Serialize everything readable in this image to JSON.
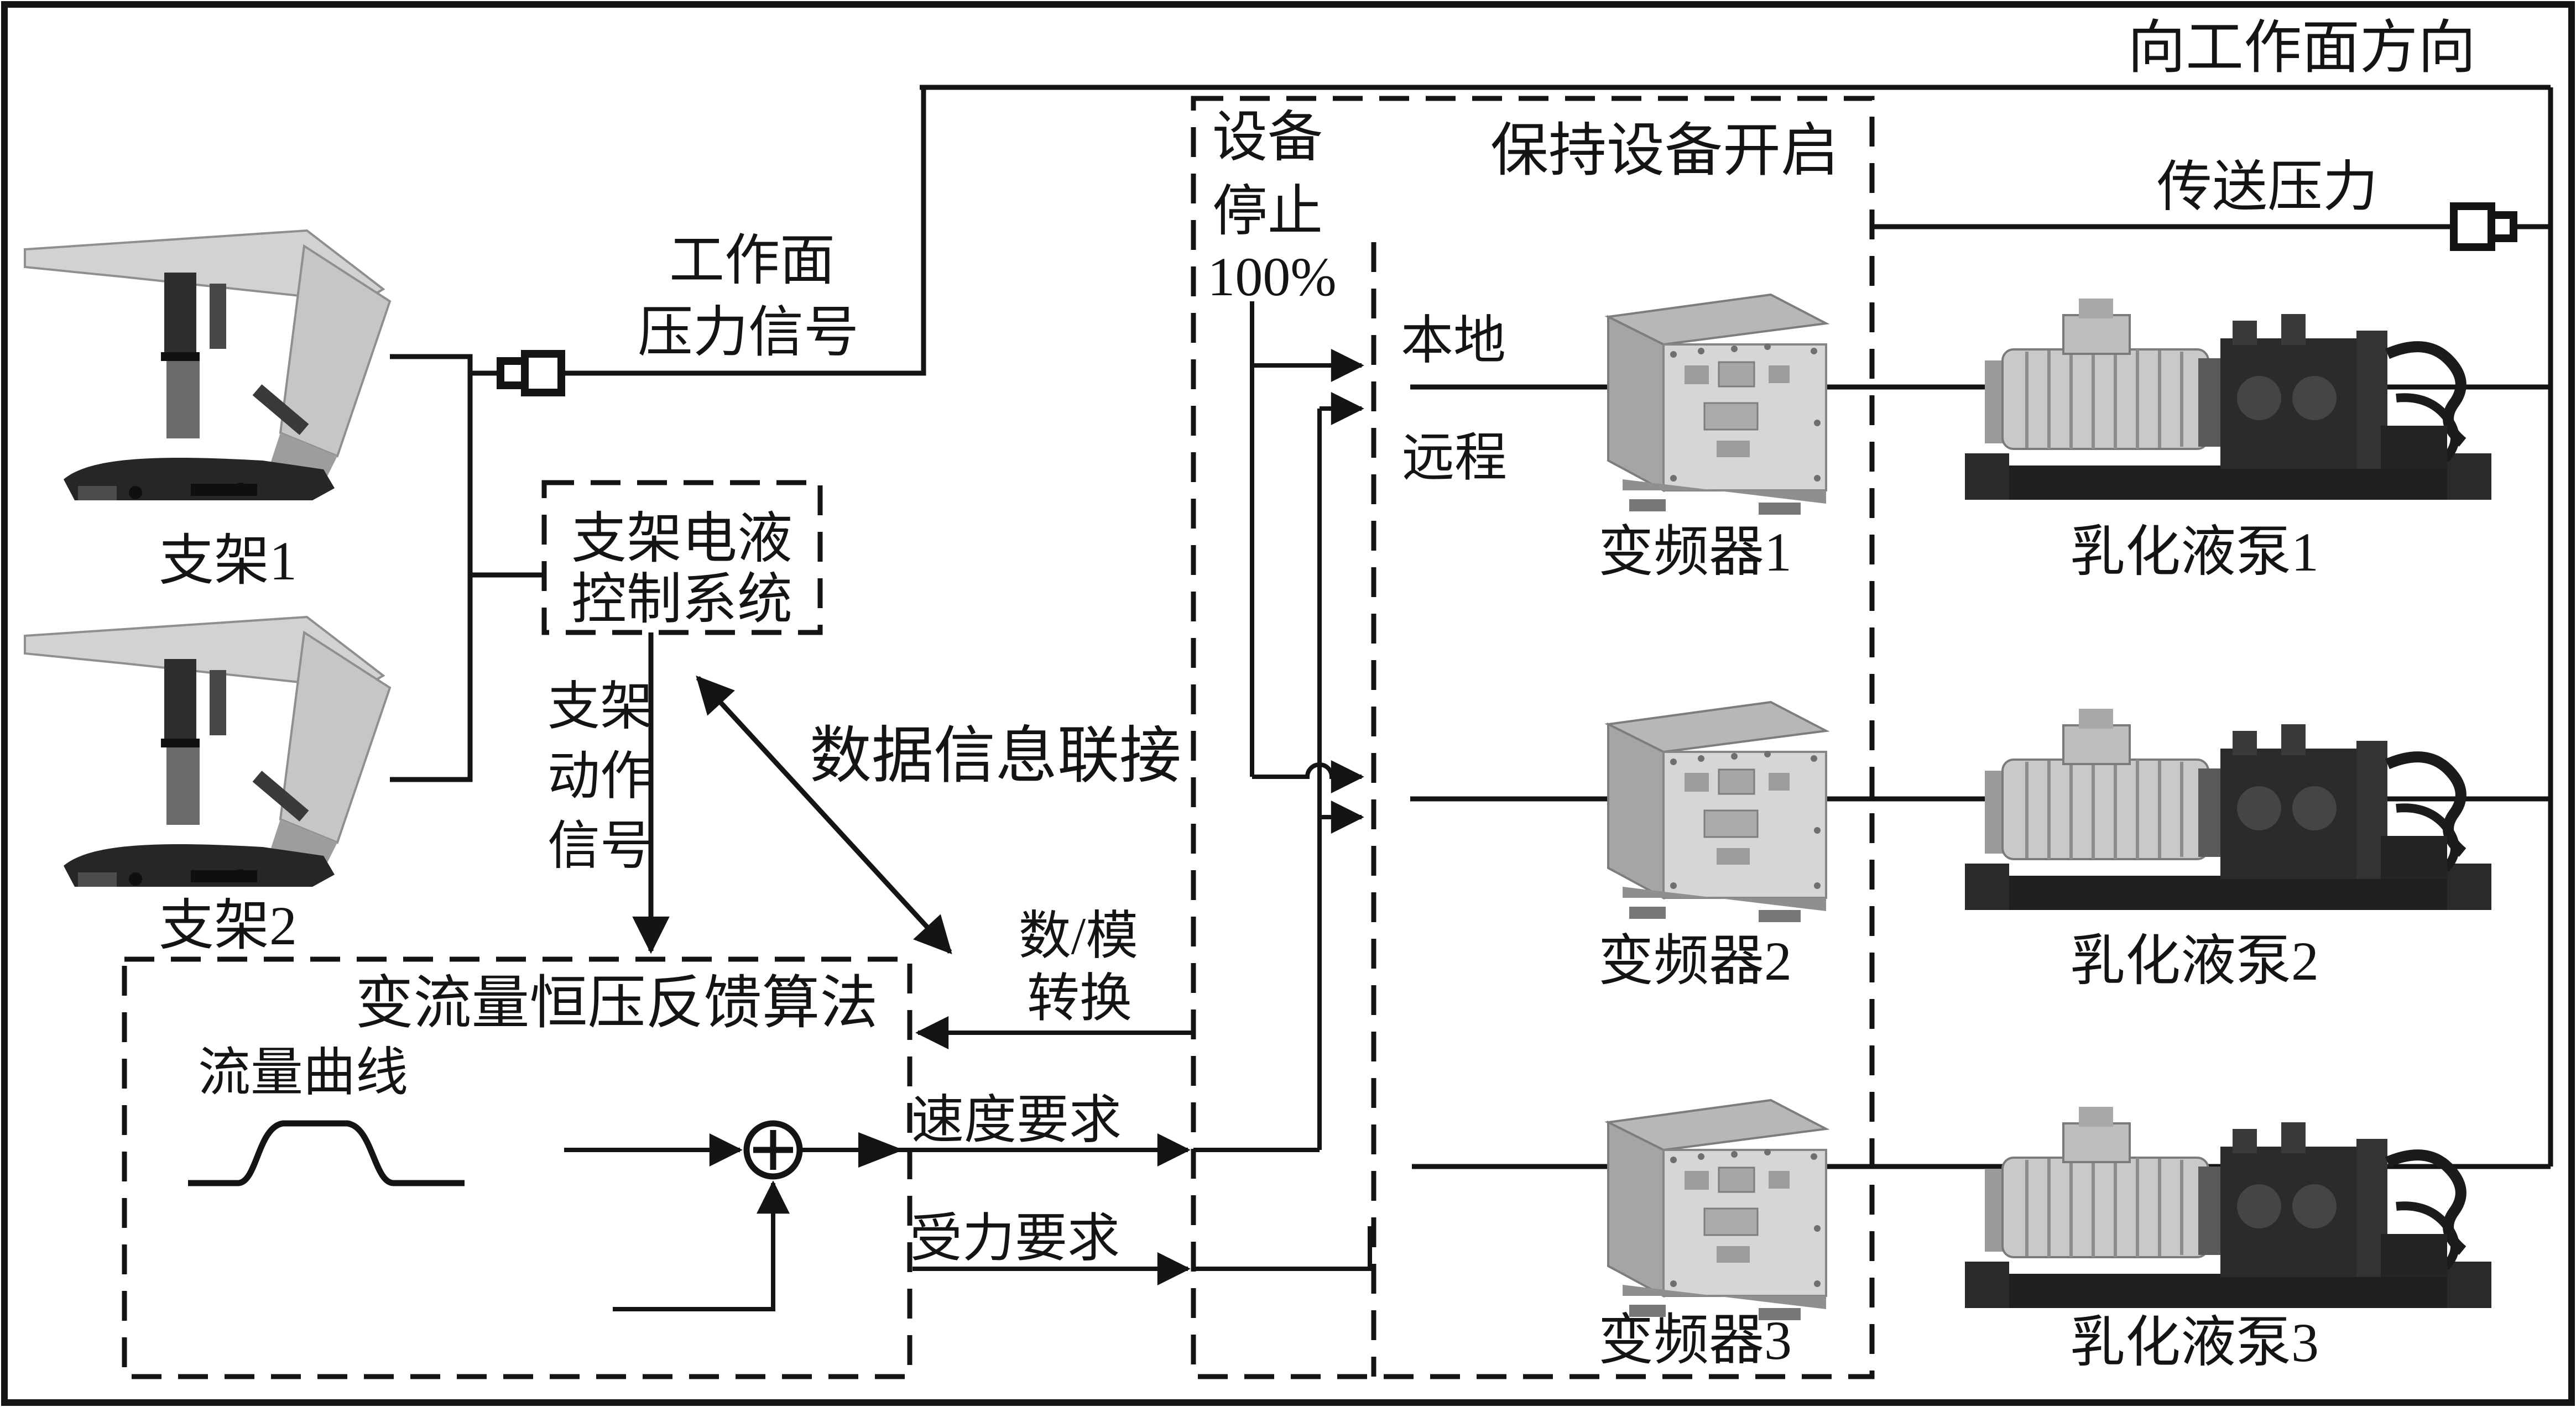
{
  "figure": {
    "direction_title": "向工作面方向",
    "background_color": "#ffffff",
    "line_color": "#141414"
  },
  "signals": {
    "working_face_pressure_line1": "工作面",
    "working_face_pressure_line2": "压力信号",
    "transmit_pressure": "传送压力",
    "support_action_line1": "支架",
    "support_action_line2": "动作",
    "support_action_line3": "信号",
    "data_link": "数据信息联接",
    "da_convert_line1": "数/模",
    "da_convert_line2": "转换",
    "speed_requirement": "速度要求",
    "force_requirement": "受力要求"
  },
  "supports": {
    "support1_label": "支架1",
    "support2_label": "支架2"
  },
  "control_box": {
    "line1": "支架电液",
    "line2": "控制系统"
  },
  "algorithm_box": {
    "title": "变流量恒压反馈算法",
    "flow_curve_label": "流量曲线",
    "sum_symbol": "+"
  },
  "center_box": {
    "device_stop_line1": "设备",
    "device_stop_line2": "停止",
    "device_stop_line3": "100%",
    "keep_on_label": "保持设备开启",
    "local_label": "本地",
    "remote_label": "远程"
  },
  "converters": [
    {
      "label": "变频器1"
    },
    {
      "label": "变频器2"
    },
    {
      "label": "变频器3"
    }
  ],
  "pumps": [
    {
      "label": "乳化液泵1"
    },
    {
      "label": "乳化液泵2"
    },
    {
      "label": "乳化液泵3"
    }
  ],
  "icons": {
    "pressure_sensor": "plug-rectangle-symbol",
    "sum_junction": "circle-plus",
    "arrowhead": "solid-triangle",
    "line_hop": "semicircle-jump"
  },
  "colors": {
    "machine_light": "#d2d2d2",
    "machine_mid": "#a8a8a8",
    "machine_dark": "#262626",
    "cabinet_face": "#d6d6d6"
  }
}
